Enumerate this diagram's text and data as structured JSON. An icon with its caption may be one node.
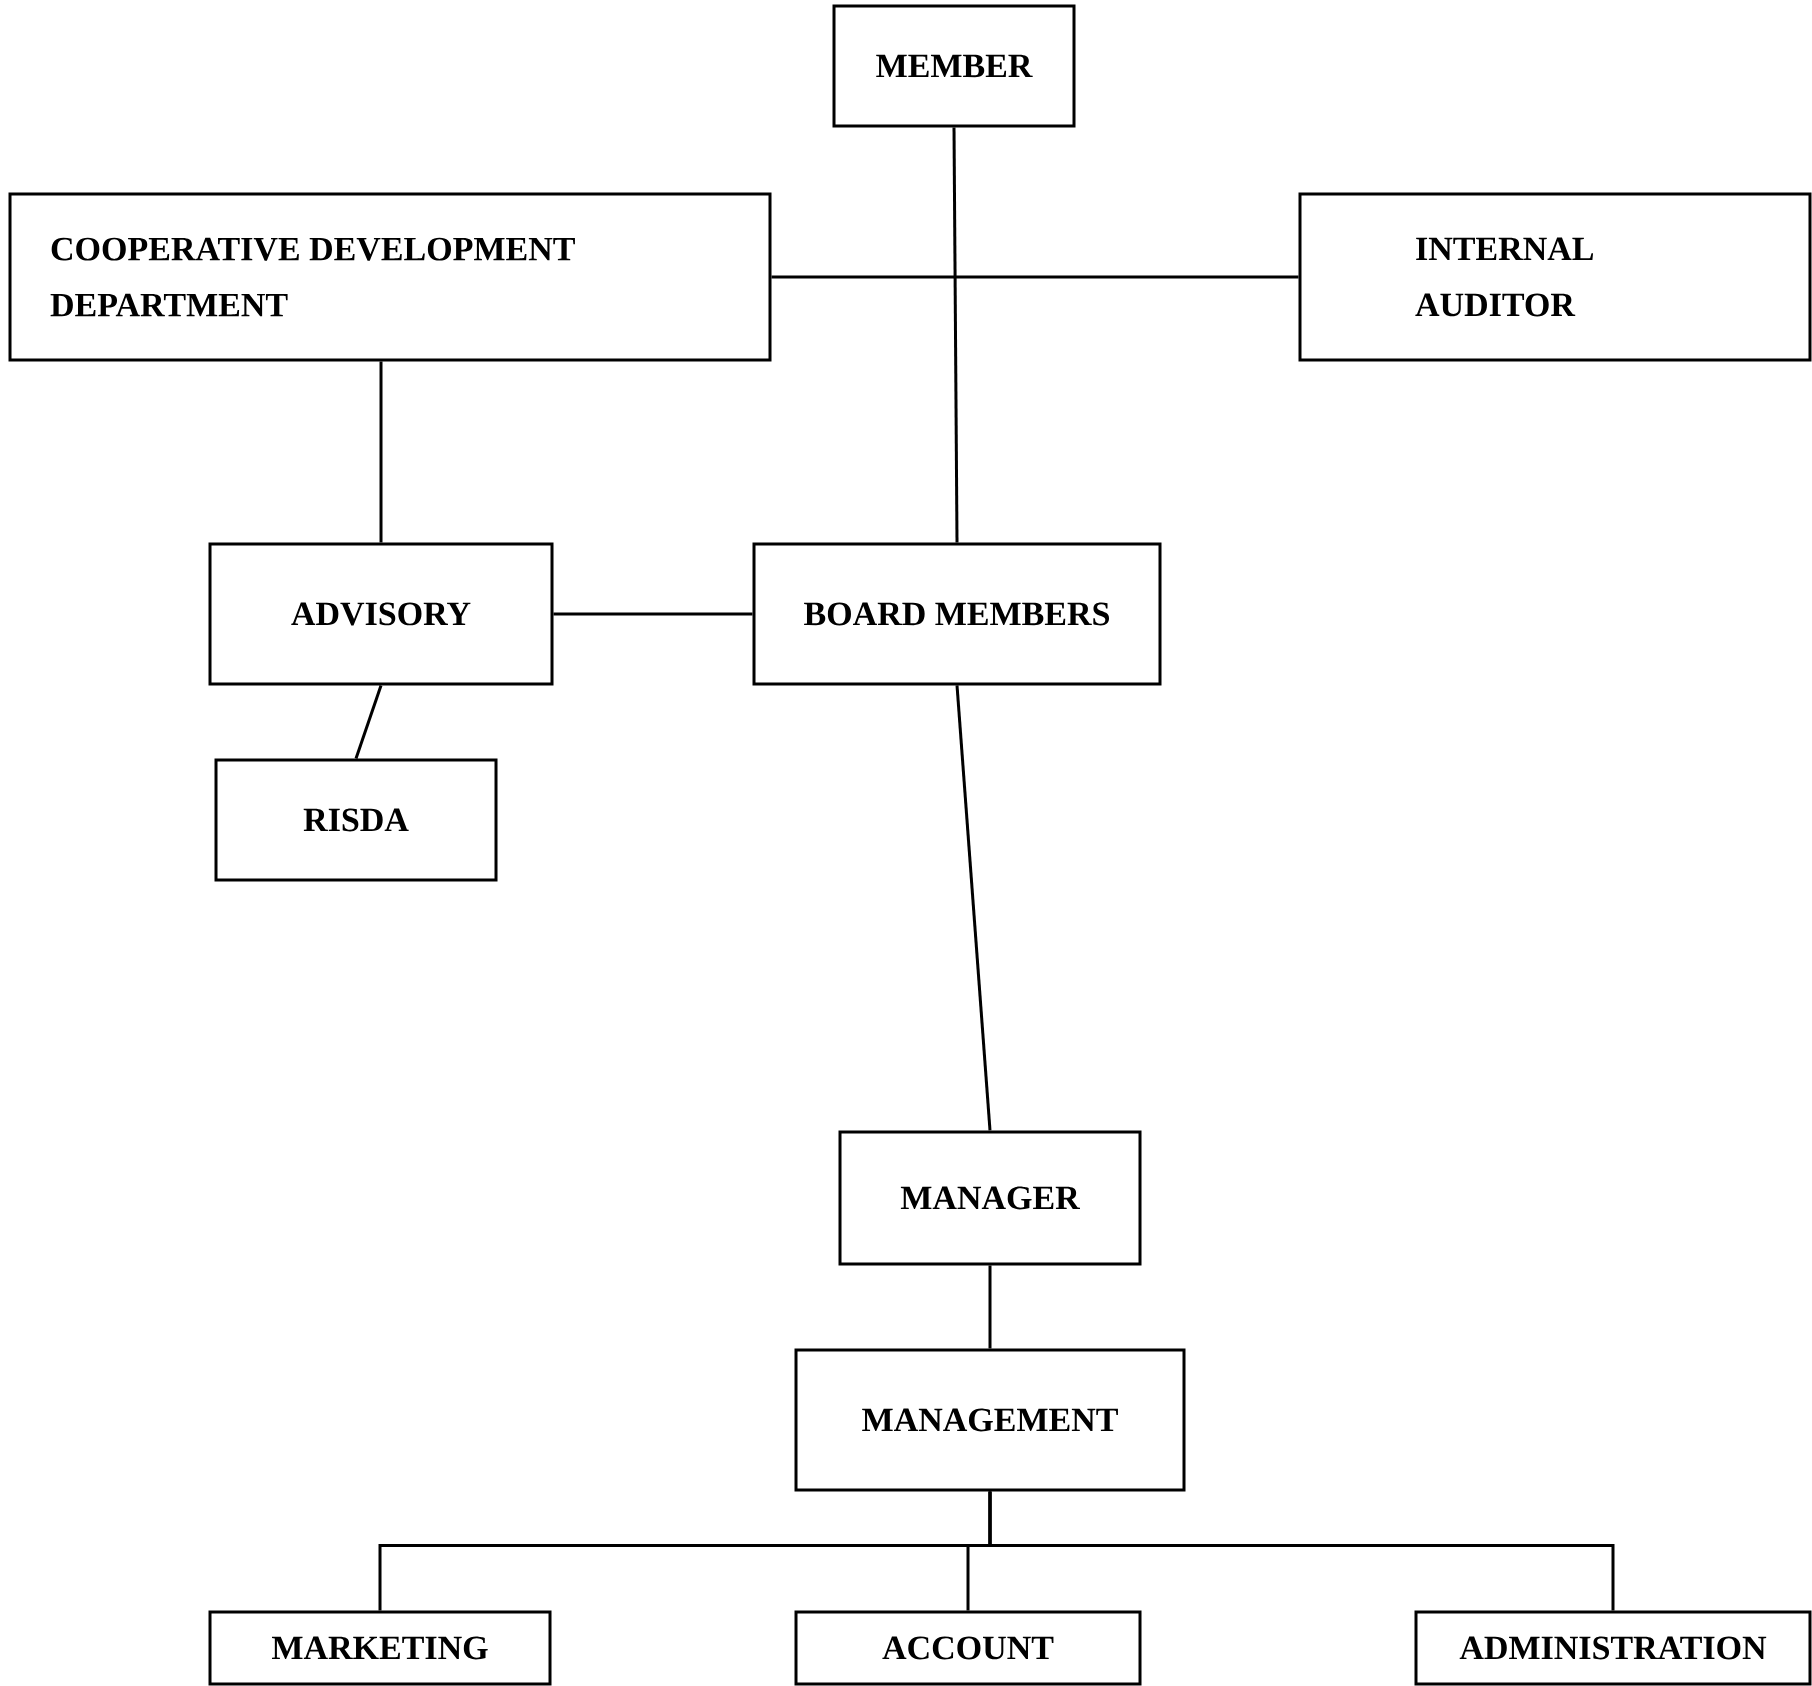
{
  "diagram": {
    "nodes": [
      {
        "text": [
          "MEMBER"
        ]
      },
      {
        "text": [
          "COOPERATIVE DEVELOPMENT DEPARTMENT"
        ]
      },
      {
        "text": [
          "INTERNAL AUDITOR"
        ]
      },
      {
        "text": [
          "ADVISORY"
        ]
      },
      {
        "text": [
          "BOARD MEMBERS"
        ]
      },
      {
        "text": [
          "RISDA"
        ]
      },
      {
        "text": [
          "MANAGER"
        ]
      },
      {
        "text": [
          "MANAGEMENT"
        ]
      },
      {
        "text": [
          "MARKETING"
        ]
      },
      {
        "text": [
          "ACCOUNT"
        ]
      },
      {
        "text": [
          "ADMINISTRATION"
        ]
      }
    ],
    "edges": [
      {
        "from": 0,
        "to": 4,
        "arrow": "none"
      },
      {
        "from": 1,
        "to": 2,
        "arrow": "none"
      },
      {
        "from": 1,
        "to": 3,
        "arrow": "none"
      },
      {
        "from": 3,
        "to": 4,
        "arrow": "none"
      },
      {
        "from": 3,
        "to": 5,
        "arrow": "none"
      },
      {
        "from": 4,
        "to": 6,
        "arrow": "none"
      },
      {
        "from": 6,
        "to": 7,
        "arrow": "none"
      },
      {
        "from": 7,
        "to": 8,
        "arrow": "none"
      },
      {
        "from": 7,
        "to": 9,
        "arrow": "none"
      },
      {
        "from": 7,
        "to": 10,
        "arrow": "none"
      }
    ]
  }
}
